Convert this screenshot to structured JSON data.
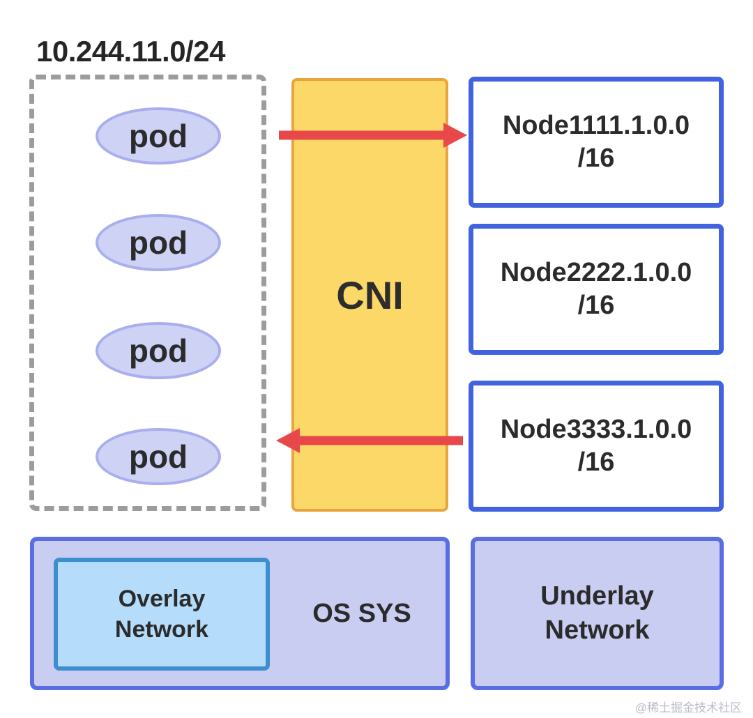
{
  "diagram": {
    "title": "Kubernetes CNI pod / node network diagram",
    "colors": {
      "pod_fill": "#ced2f5",
      "pod_border": "#a8aeee",
      "group_border": "#9c9c9c",
      "cni_fill": "#fcd869",
      "cni_border": "#e9a33f",
      "node_border": "#4263e0",
      "node_fill": "#ffffff",
      "arrow": "#e8484a",
      "os_fill": "#c9cdf1",
      "os_border": "#5a6ee2",
      "overlay_fill": "#b5ddfb",
      "overlay_border": "#3d8ecf",
      "text": "#2b2b2b",
      "background": "#ffffff"
    }
  },
  "pod_group": {
    "cidr_label": "10.244.11.0/24",
    "pods": [
      {
        "label": "pod"
      },
      {
        "label": "pod"
      },
      {
        "label": "pod"
      },
      {
        "label": "pod"
      }
    ]
  },
  "cni": {
    "label": "CNI"
  },
  "arrows": [
    {
      "name": "cni-to-node1",
      "direction": "right",
      "label": ""
    },
    {
      "name": "node3-to-pods",
      "direction": "left",
      "label": ""
    }
  ],
  "nodes": [
    {
      "line1": "Node1111.1.0.0",
      "line2": "/16"
    },
    {
      "line1": "Node2222.1.0.0",
      "line2": "/16"
    },
    {
      "line1": "Node3333.1.0.0",
      "line2": "/16"
    }
  ],
  "bottom": {
    "os_sys": {
      "label": "OS SYS",
      "overlay": {
        "line1": "Overlay",
        "line2": "Network"
      }
    },
    "underlay": {
      "line1": "Underlay",
      "line2": "Network"
    }
  },
  "watermark": {
    "text": "@稀土掘金技术社区"
  }
}
